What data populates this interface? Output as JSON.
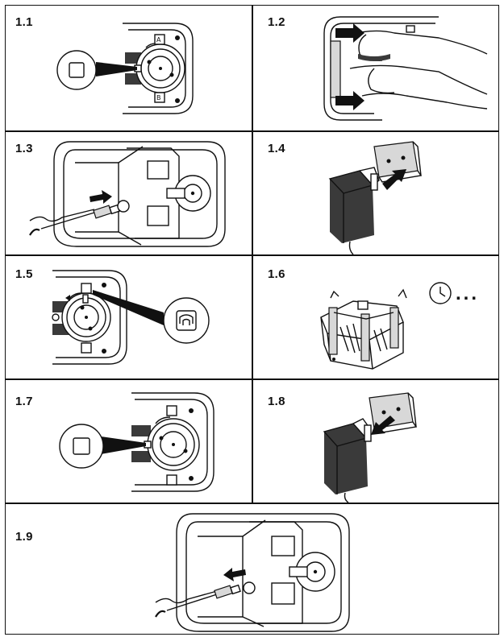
{
  "steps": [
    {
      "id": "1.1",
      "label": "1.1"
    },
    {
      "id": "1.2",
      "label": "1.2"
    },
    {
      "id": "1.3",
      "label": "1.3"
    },
    {
      "id": "1.4",
      "label": "1.4"
    },
    {
      "id": "1.5",
      "label": "1.5"
    },
    {
      "id": "1.6",
      "label": "1.6"
    },
    {
      "id": "1.7",
      "label": "1.7"
    },
    {
      "id": "1.8",
      "label": "1.8"
    },
    {
      "id": "1.9",
      "label": "1.9"
    }
  ],
  "wait_indicator": {
    "dots": "..."
  },
  "colors": {
    "ink": "#111111",
    "paper": "#ffffff",
    "fill_dark": "#3a3a3a",
    "fill_light": "#d8d8d8"
  }
}
